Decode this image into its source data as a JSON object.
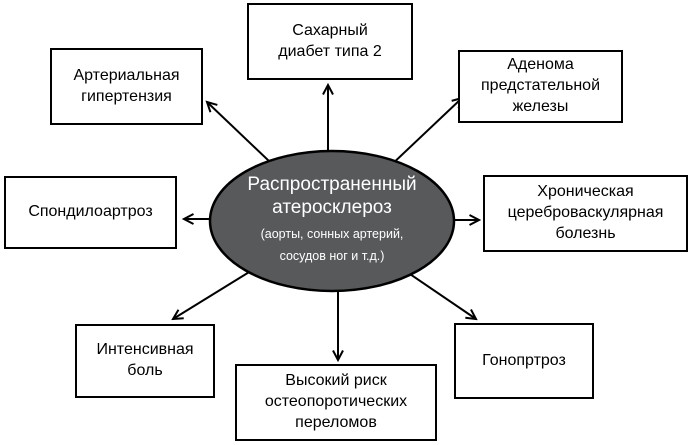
{
  "colors": {
    "background": "#ffffff",
    "box_fill": "#ffffff",
    "box_border": "#000000",
    "box_text": "#000000",
    "ellipse_fill": "#58595b",
    "ellipse_stroke": "#000000",
    "ellipse_text": "#ffffff",
    "arrow": "#000000"
  },
  "center": {
    "title": "Распространенный\nатеросклероз",
    "subtitle": "(аорты, сонных артерий,\nсосудов ног и т.д.)"
  },
  "nodes": {
    "diabetes": {
      "label": "Сахарный\nдиабет типа 2"
    },
    "hypertension": {
      "label": "Артериальная\nгипертензия"
    },
    "prostate_adenoma": {
      "label": "Аденома\nпредстательной\nжелезы"
    },
    "spondyloarthrosis": {
      "label": "Спондилоартроз"
    },
    "cerebrovascular": {
      "label": "Хроническая\nцереброваскулярная\nболезнь"
    },
    "intense_pain": {
      "label": "Интенсивная\nболь"
    },
    "fracture_risk": {
      "label": "Высокий риск\nостеопоротических\nпереломов"
    },
    "gonarthrosis": {
      "label": "Гонопртроз"
    }
  }
}
